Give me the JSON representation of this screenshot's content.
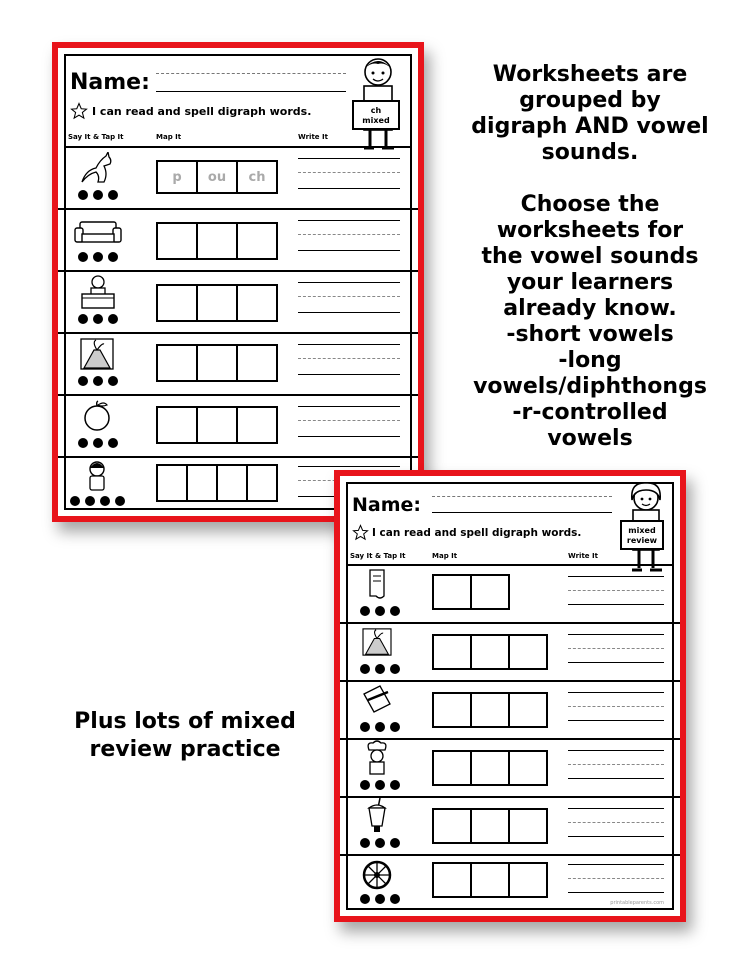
{
  "sheet1": {
    "name_label": "Name:",
    "goal": "I can read and spell digraph words.",
    "columns": [
      "Say It & Tap It",
      "Map It",
      "Write It"
    ],
    "sign": [
      "ch",
      "mixed"
    ],
    "example_letters": [
      "p",
      "ou",
      "ch"
    ],
    "rows": [
      {
        "icon": "kangaroo-icon",
        "dots": 3,
        "boxes": 3
      },
      {
        "icon": "couch-icon",
        "dots": 3,
        "boxes": 3
      },
      {
        "icon": "teacher-desk-icon",
        "dots": 3,
        "boxes": 3
      },
      {
        "icon": "volcano-icon",
        "dots": 3,
        "boxes": 3
      },
      {
        "icon": "peach-icon",
        "dots": 3,
        "boxes": 3
      },
      {
        "icon": "child-icon",
        "dots": 4,
        "boxes": 4
      }
    ]
  },
  "sheet2": {
    "name_label": "Name:",
    "goal": "I can read and spell digraph words.",
    "columns": [
      "Say It & Tap It",
      "Map It",
      "Write It"
    ],
    "sign": [
      "mixed",
      "review"
    ],
    "rows": [
      {
        "icon": "scroll-icon",
        "dots": 3,
        "boxes": 2
      },
      {
        "icon": "volcano-icon",
        "dots": 3,
        "boxes": 3
      },
      {
        "icon": "paper-pen-icon",
        "dots": 3,
        "boxes": 3
      },
      {
        "icon": "chef-icon",
        "dots": 3,
        "boxes": 3
      },
      {
        "icon": "milkshake-icon",
        "dots": 3,
        "boxes": 3
      },
      {
        "icon": "wheel-icon",
        "dots": 3,
        "boxes": 3
      }
    ],
    "credit": "printableparents.com"
  },
  "side_text": {
    "line1": "Worksheets are",
    "line2": "grouped by",
    "line3": "digraph AND vowel",
    "line4": "sounds.",
    "line5": "Choose the",
    "line6": "worksheets for",
    "line7": "the vowel sounds",
    "line8": "your learners",
    "line9": "already know.",
    "line10": "-short vowels",
    "line11": "-long",
    "line12": "vowels/diphthongs",
    "line13": "-r-controlled",
    "line14": "vowels"
  },
  "plus_text": {
    "line1": "Plus lots of mixed",
    "line2": "review practice"
  }
}
